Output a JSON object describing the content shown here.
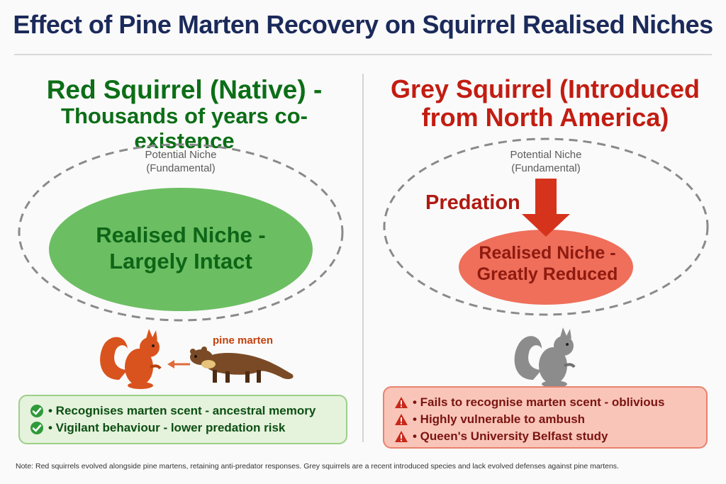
{
  "title": "Effect of Pine Marten Recovery on Squirrel Realised Niches",
  "red_panel": {
    "heading_line1": "Red Squirrel (Native) -",
    "heading_line2": "Thousands of years co-existence",
    "potential_line1": "Potential Niche",
    "potential_line2": "(Fundamental)",
    "realised_line1": "Realised Niche -",
    "realised_line2": "Largely Intact",
    "marten_label": "pine marten",
    "points": [
      "• Recognises marten scent - ancestral memory",
      "• Vigilant behaviour - lower predation risk"
    ],
    "icon": "check-circle-icon"
  },
  "grey_panel": {
    "heading_line1": "Grey Squirrel (Introduced",
    "heading_line2": "from North America)",
    "potential_line1": "Potential Niche",
    "potential_line2": "(Fundamental)",
    "predation_label": "Predation",
    "realised_line1": "Realised Niche -",
    "realised_line2": "Greatly Reduced",
    "points": [
      "• Fails to recognise marten scent - oblivious",
      "• Highly vulnerable to ambush",
      "• Queen's University Belfast study"
    ],
    "icon": "warning-triangle-icon"
  },
  "footnote": "Note: Red squirrels evolved alongside pine martens, retaining anti-predator responses. Grey squirrels are a recent introduced species and lack evolved defenses against pine martens.",
  "colors": {
    "title": "#1b2a5a",
    "red_panel_text": "#0c6e17",
    "red_niche_fill": "#6cbe62",
    "grey_panel_text": "#c21d12",
    "grey_niche_fill": "#ef6f5a",
    "red_squirrel": "#d9531e",
    "grey_squirrel": "#8c8c8c",
    "pine_marten": "#7a4a26"
  }
}
